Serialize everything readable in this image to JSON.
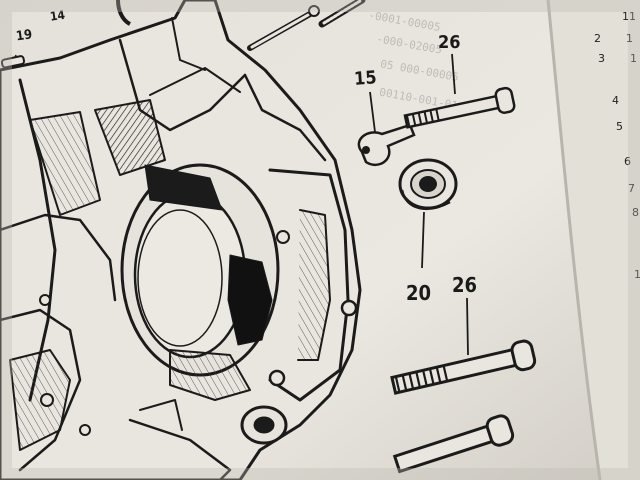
{
  "callouts": [
    {
      "id": "c15",
      "label": "15"
    },
    {
      "id": "c26a",
      "label": "26"
    },
    {
      "id": "c20",
      "label": "20"
    },
    {
      "id": "c26b",
      "label": "26"
    },
    {
      "id": "c19",
      "label": "19"
    },
    {
      "id": "c14",
      "label": "14"
    }
  ],
  "margin_numbers": [
    "11",
    "2",
    "1",
    "3",
    "1",
    "4",
    "5",
    "6",
    "7",
    "8",
    "1"
  ],
  "show_through_text": [
    "-0001-00005",
    "-000-02005",
    "05 000-00005",
    "00110-001-01"
  ],
  "colors": {
    "paper": "#ece9e2",
    "ink": "#1b1b1b",
    "shadow": "#c9c5bd"
  }
}
